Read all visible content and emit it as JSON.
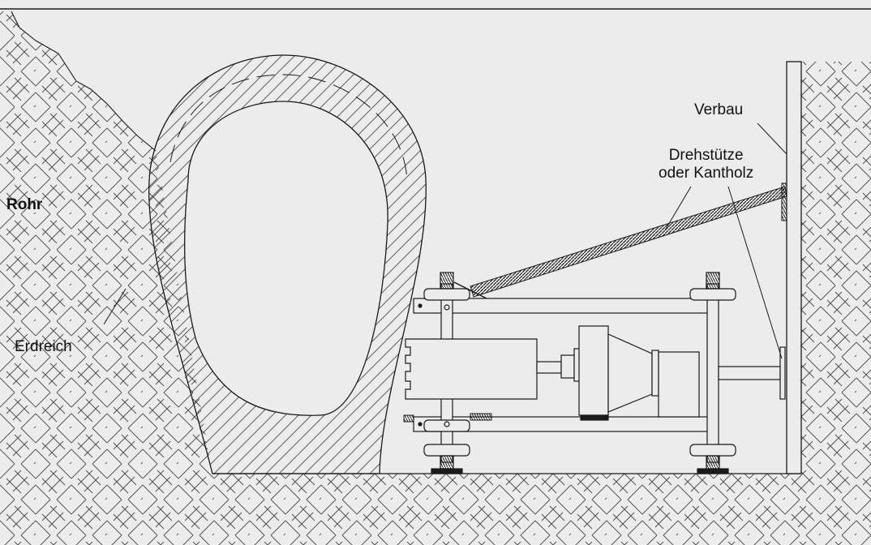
{
  "labels": {
    "rohr": "Rohr",
    "erdreich": "Erdreich",
    "verbau": "Verbau",
    "drehstuetze_line1": "Drehstütze",
    "drehstuetze_line2": "oder Kantholz"
  },
  "colors": {
    "background": "#ececec",
    "line": "#1a1a1a",
    "hatch": "#4a4a4a"
  }
}
